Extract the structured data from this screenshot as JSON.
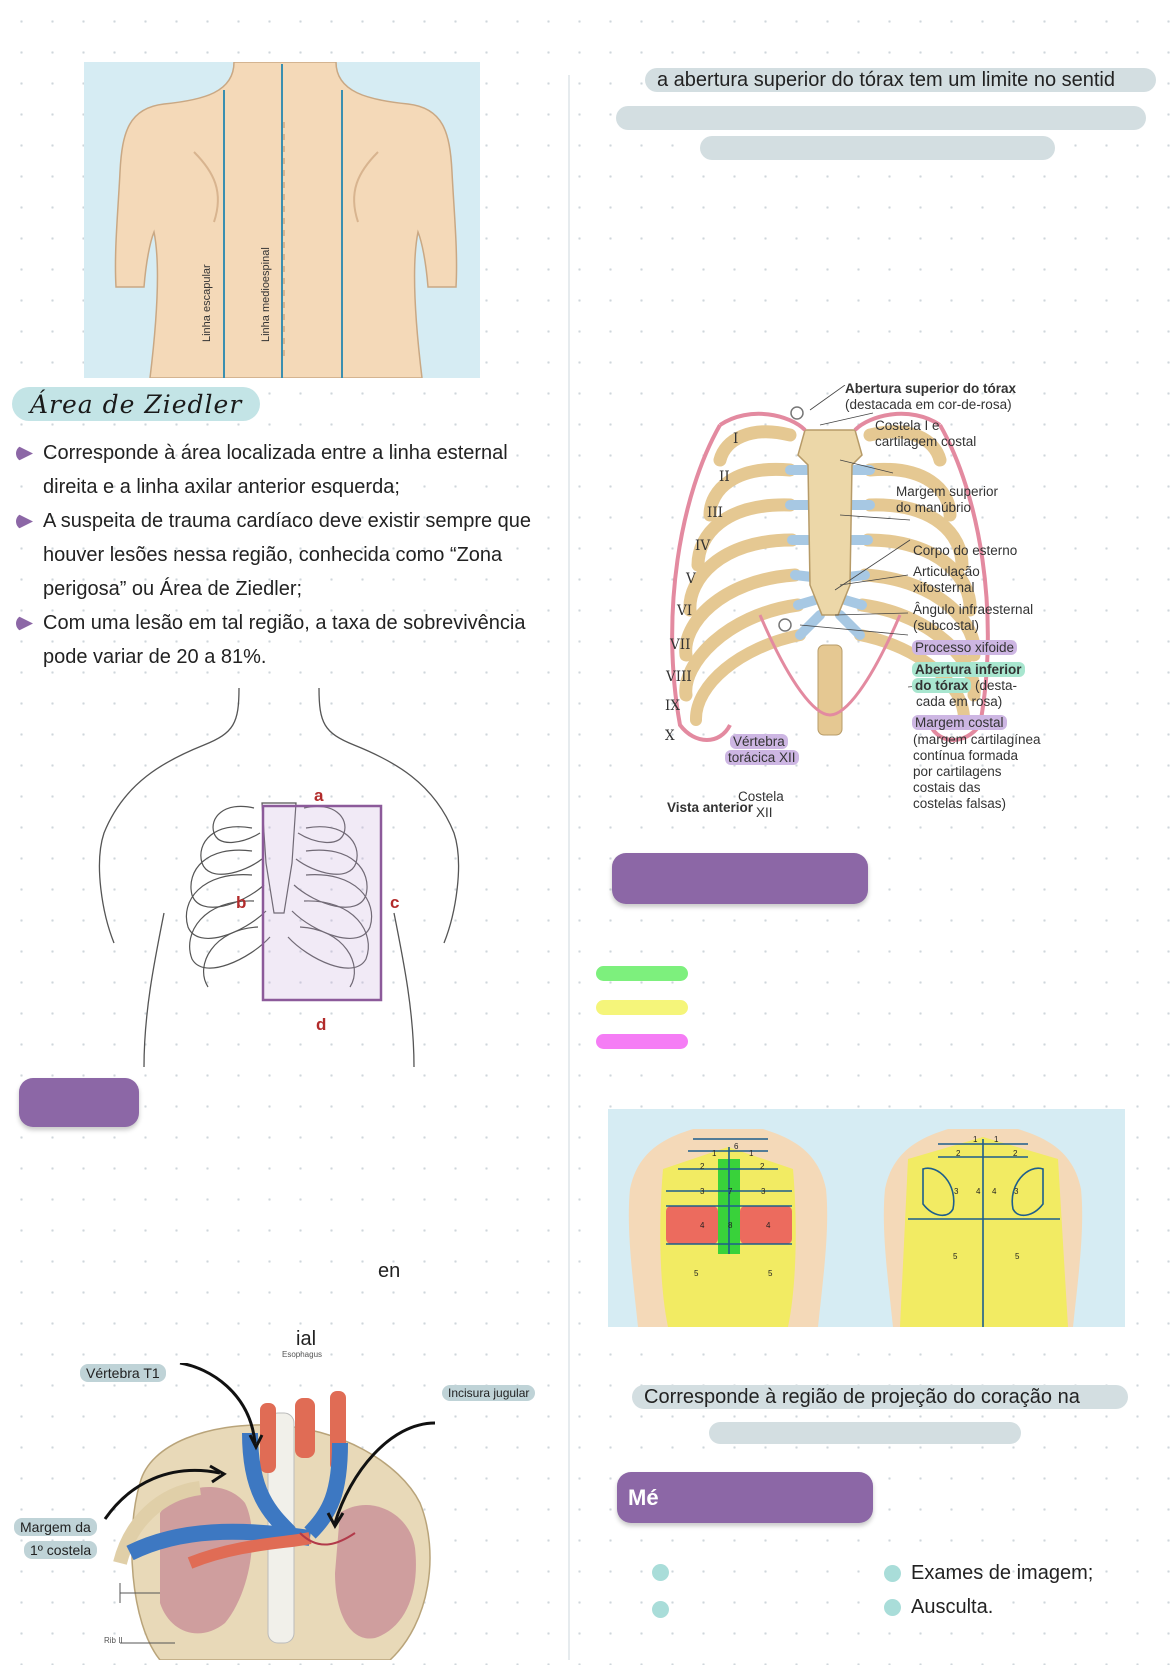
{
  "back_figure": {
    "label_scapular": "Linha escapular",
    "label_medioespinal": "Linha medioespinal"
  },
  "ziedler": {
    "title": "Área de Ziedler",
    "bullets": [
      "Corresponde à área localizada entre a linha esternal direita e a linha axilar anterior esquerda;",
      "A suspeita de trauma cardíaco deve existir sempre que houver lesões nessa região, conhecida como “Zona perigosa” ou Área de Ziedler;",
      "Com uma lesão em tal região, a taxa de sobrevivência pode variar de 20 a 81%."
    ],
    "figure_labels": {
      "a": "a",
      "b": "b",
      "c": "c",
      "d": "d"
    }
  },
  "left_fragments": {
    "en": "en",
    "ial": "ial"
  },
  "anatomy_figure": {
    "vertebra_t1": "Vértebra T1",
    "esophagus": "Esophagus",
    "incisura": "Incisura jugular",
    "margem_line1": "Margem da",
    "margem_line2": "1º costela",
    "rib_ii": "Rib II"
  },
  "right_top": {
    "line1": "a abertura superior do tórax tem um limite no sentid"
  },
  "rib_figure": {
    "abertura_sup": "Abertura superior do tórax",
    "abertura_sup_sub": "(destacada em cor-de-rosa)",
    "costela_i": "Costela I e",
    "cartilagem": "cartilagem costal",
    "margem_sup": "Margem superior",
    "do_manubrio": "do manúbrio",
    "corpo": "Corpo do esterno",
    "articulacao": "Articulação",
    "xifosternal": "xifosternal",
    "angulo": "Ângulo infraesternal",
    "subcostal": "(subcostal)",
    "processo": "Processo xifoide",
    "abertura_inf": "Abertura inferior",
    "do_torax": "do tórax",
    "desta": "(desta-",
    "cada_rosa": "cada em rosa)",
    "margem_costal": "Margem costal",
    "mc1": "(margem cartilagínea",
    "mc2": "contínua formada",
    "mc3": "por cartilagens",
    "mc4": "costais das",
    "mc5": "costelas falsas)",
    "vertebra": "Vértebra",
    "toracica": "torácica XII",
    "costela": "Costela",
    "xii": "XII",
    "vista": "Vista anterior",
    "roman": [
      "I",
      "II",
      "III",
      "IV",
      "V",
      "VI",
      "VII",
      "VIII",
      "IX",
      "X"
    ]
  },
  "legend_colors": [
    "#7df07d",
    "#f5f57a",
    "#f57df5"
  ],
  "regions_figure": {
    "front_numbers": [
      "6",
      "1",
      "1",
      "2",
      "2",
      "3",
      "7",
      "3",
      "4",
      "8",
      "4",
      "5",
      "5"
    ],
    "back_numbers": [
      "1",
      "1",
      "2",
      "2",
      "3",
      "4",
      "4",
      "3",
      "5",
      "5"
    ]
  },
  "right_bottom": {
    "projection_line": "Corresponde à região de projeção do coração na",
    "metodos_label": "Mé",
    "methods": [
      "Exames de imagem;",
      "Ausculta."
    ]
  }
}
